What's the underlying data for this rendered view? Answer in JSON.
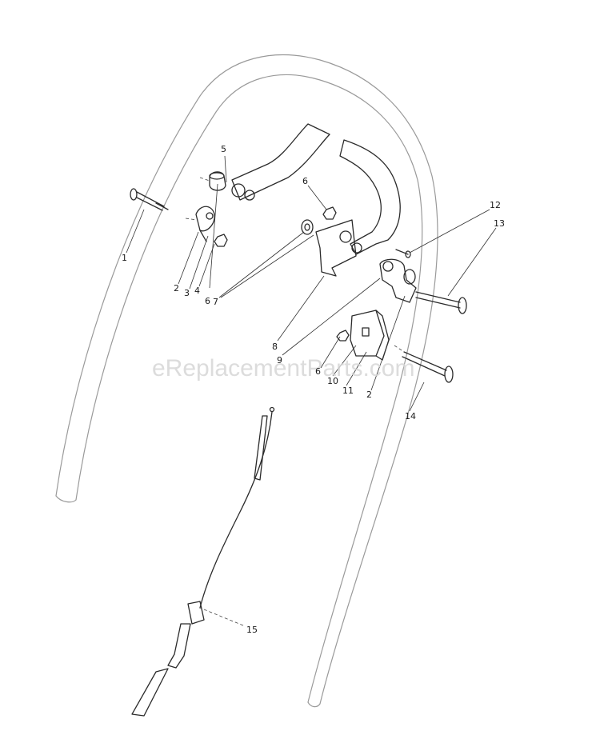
{
  "watermark": "eReplacementParts.com",
  "callouts": {
    "c1": "1",
    "c2a": "2",
    "c3": "3",
    "c4": "4",
    "c6a": "6",
    "c7": "7",
    "c5": "5",
    "c6b": "6",
    "c8": "8",
    "c9": "9",
    "c6c": "6",
    "c10": "10",
    "c11": "11",
    "c2b": "2",
    "c12": "12",
    "c13": "13",
    "c14": "14",
    "c15": "15"
  }
}
